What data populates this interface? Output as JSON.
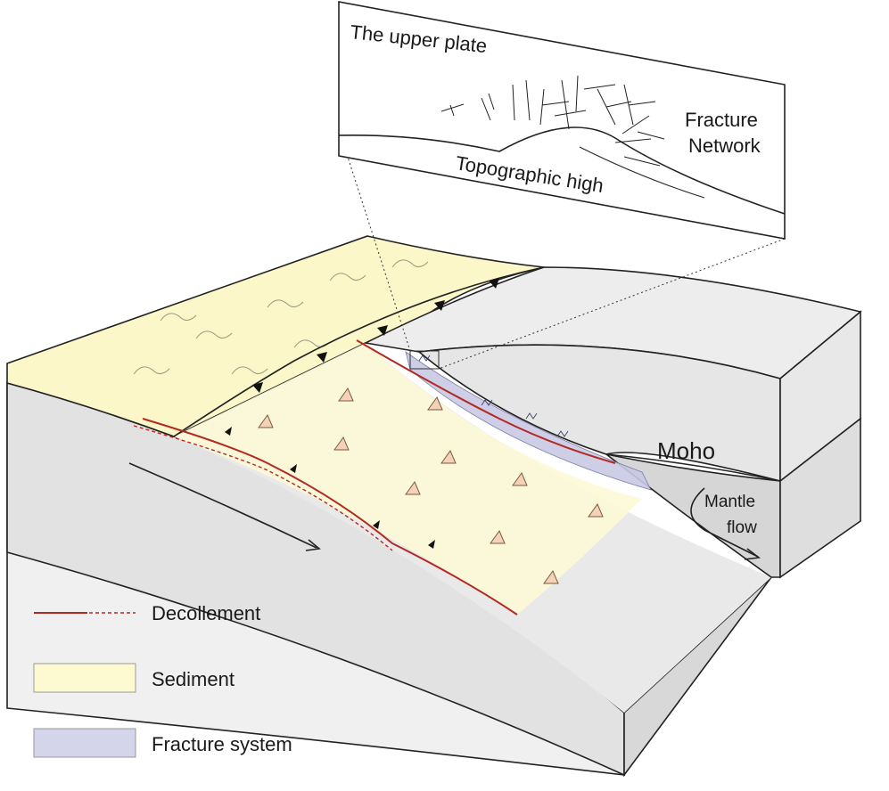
{
  "labels": {
    "upper_plate": "The upper plate",
    "fracture_network_line1": "Fracture",
    "fracture_network_line2": "Network",
    "topographic_high": "Topographic high",
    "moho": "Moho",
    "mantle_flow_line1": "Mantle",
    "mantle_flow_line2": "flow"
  },
  "legend": [
    {
      "label": "Decollement",
      "symbol": "line",
      "color": "#b22a22"
    },
    {
      "label": "Sediment",
      "symbol": "box",
      "color": "#fdfad2"
    },
    {
      "label": "Fracture system",
      "symbol": "box",
      "color": "#d4d4ea"
    }
  ],
  "colors": {
    "sediment": "#fbf7c9",
    "crust": "#ececec",
    "mantle_band": "#dcdcdc",
    "fracture": "#c9c9e4",
    "decollement": "#b22a22",
    "outline": "#222222"
  }
}
